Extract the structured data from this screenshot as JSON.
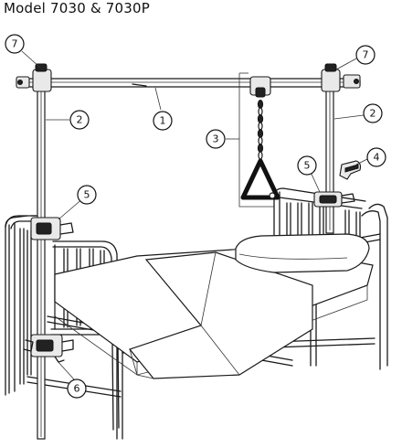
{
  "title": "Model 7030 & 7030P",
  "callouts": [
    {
      "id": "c1",
      "label": "1"
    },
    {
      "id": "c2a",
      "label": "2"
    },
    {
      "id": "c2b",
      "label": "2"
    },
    {
      "id": "c3",
      "label": "3"
    },
    {
      "id": "c4",
      "label": "4"
    },
    {
      "id": "c5a",
      "label": "5"
    },
    {
      "id": "c5b",
      "label": "5"
    },
    {
      "id": "c6",
      "label": "6"
    },
    {
      "id": "c7a",
      "label": "7"
    },
    {
      "id": "c7b",
      "label": "7"
    }
  ]
}
